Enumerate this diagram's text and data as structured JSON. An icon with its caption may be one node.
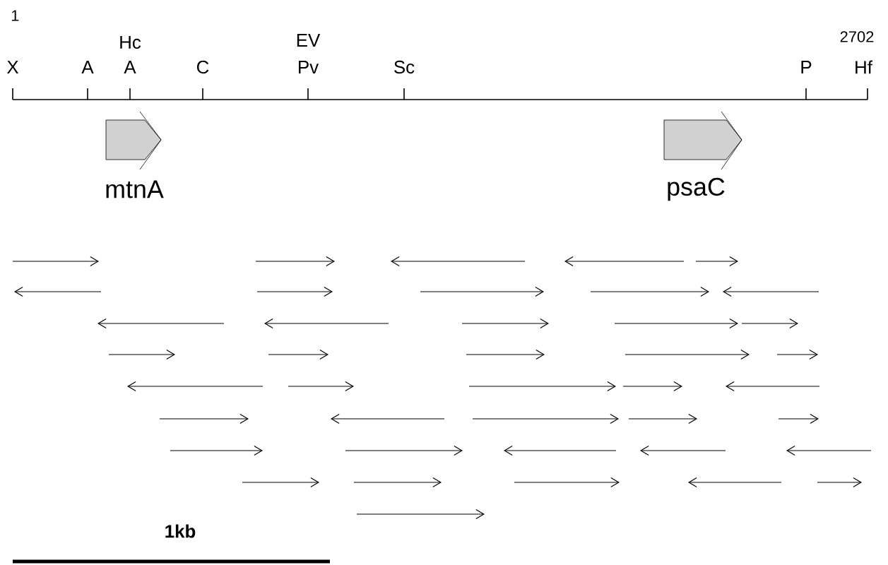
{
  "diagram": {
    "nodes": [
      {
        "text": [
          "mtnA"
        ]
      },
      {
        "text": [
          "psaC"
        ]
      }
    ],
    "labels": [
      "1",
      "Hc",
      "EV",
      "2702",
      "X",
      "A",
      "A",
      "C",
      "Pv",
      "Sc",
      "P",
      "Hf",
      "1kb"
    ]
  }
}
